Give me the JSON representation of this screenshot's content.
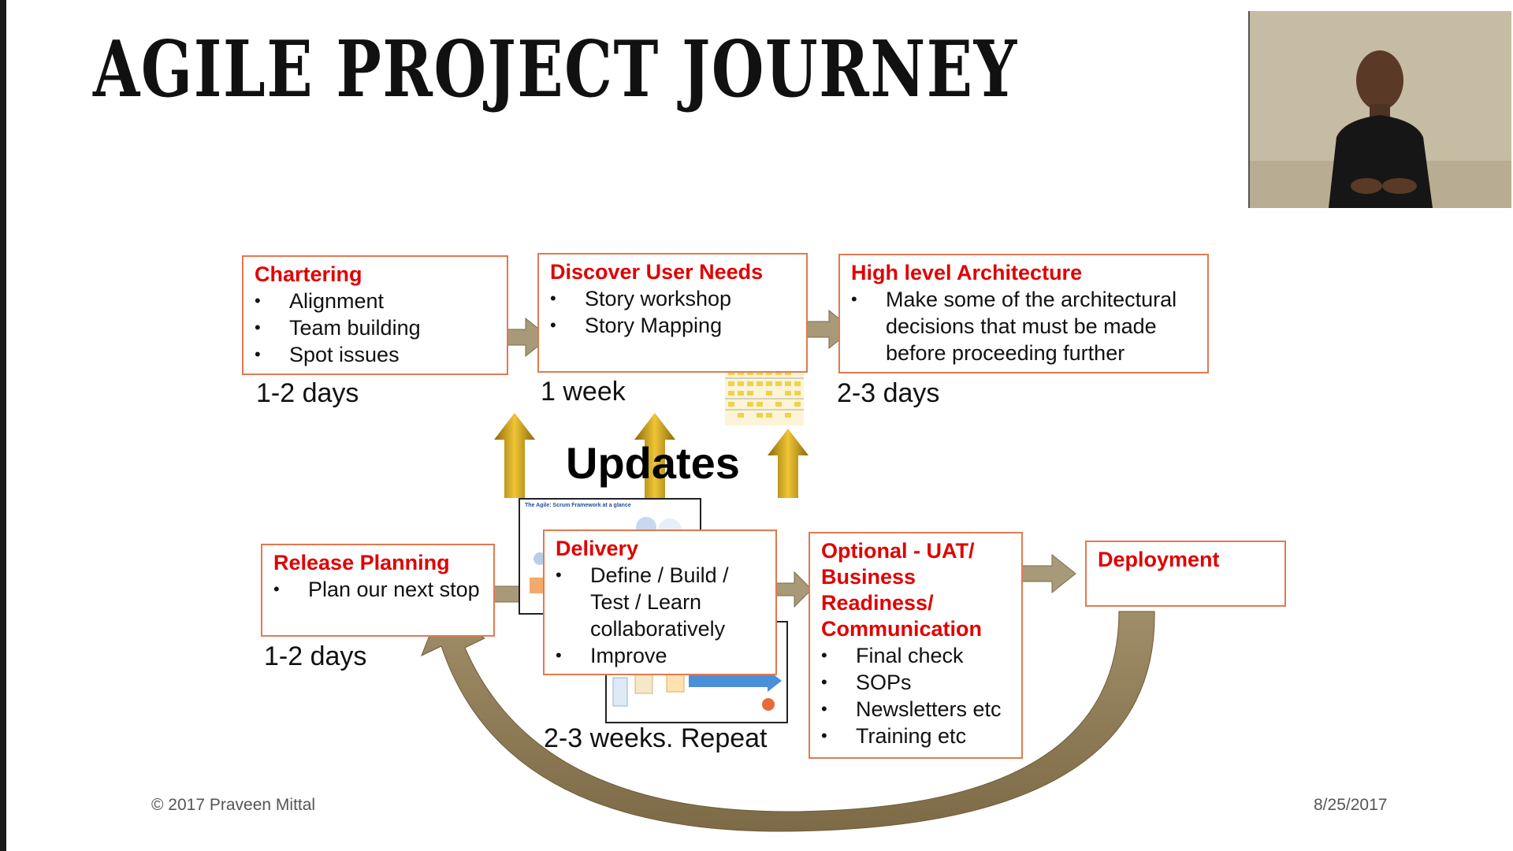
{
  "slide": {
    "title": "AGILE PROJECT JOURNEY",
    "updates_label": "Updates",
    "copyright": "© 2017 Praveen Mittal",
    "date": "8/25/2017"
  },
  "colors": {
    "box_border": "#e07a50",
    "box_title": "#e00000",
    "arrow_fill": "#a89a78",
    "up_arrow": "#d7a81a"
  },
  "boxes": {
    "chartering": {
      "title": "Chartering",
      "items": [
        "Alignment",
        "Team  building",
        "Spot issues"
      ],
      "duration": "1-2 days"
    },
    "discover": {
      "title": "Discover User Needs",
      "items": [
        "Story workshop",
        "Story Mapping"
      ],
      "duration": "1 week"
    },
    "architecture": {
      "title": "High level Architecture",
      "items": [
        "Make some of the architectural decisions that must be made before proceeding further"
      ],
      "duration": "2-3 days"
    },
    "release": {
      "title": "Release Planning",
      "items": [
        "Plan our next stop"
      ],
      "duration": "1-2 days"
    },
    "delivery": {
      "title": "Delivery",
      "items": [
        "Define / Build / Test / Learn collaboratively",
        "Improve"
      ],
      "duration": "2-3 weeks. Repeat"
    },
    "optional": {
      "title": "Optional - UAT/ Business Readiness/ Communication",
      "items": [
        "Final check",
        "SOPs",
        "Newsletters etc",
        "Training etc"
      ]
    },
    "deployment": {
      "title": "Deployment"
    }
  },
  "thumbnail": {
    "heading": "The Agile: Scrum Framework at a glance"
  }
}
